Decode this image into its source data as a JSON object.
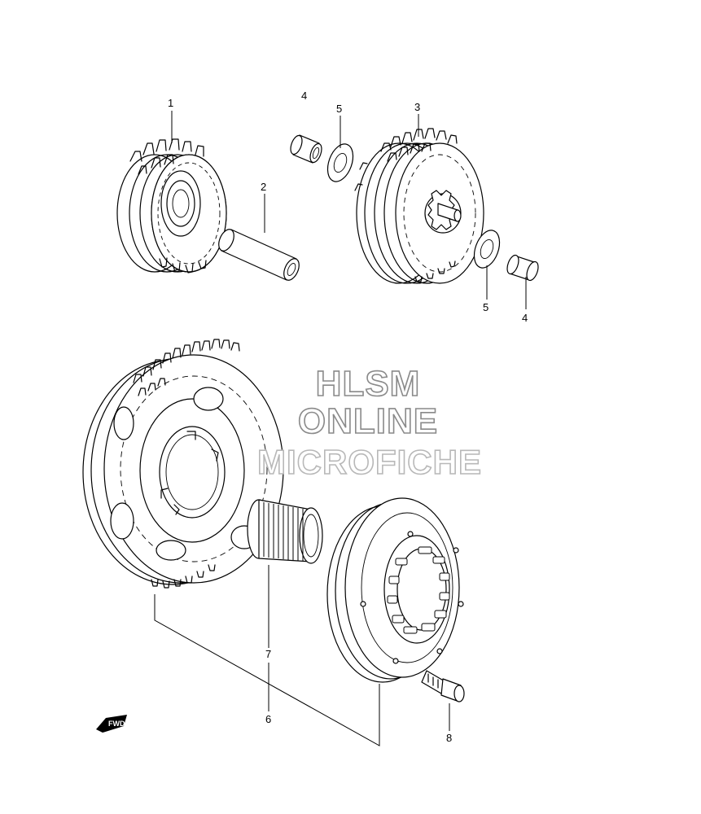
{
  "diagram": {
    "callouts": [
      "1",
      "2",
      "3",
      "4",
      "5",
      "5",
      "4",
      "7",
      "6",
      "8"
    ],
    "watermark": {
      "line1": "HLSM",
      "line2": "ONLINE",
      "line3": "MICROFICHE"
    },
    "direction_label": "FWD"
  }
}
